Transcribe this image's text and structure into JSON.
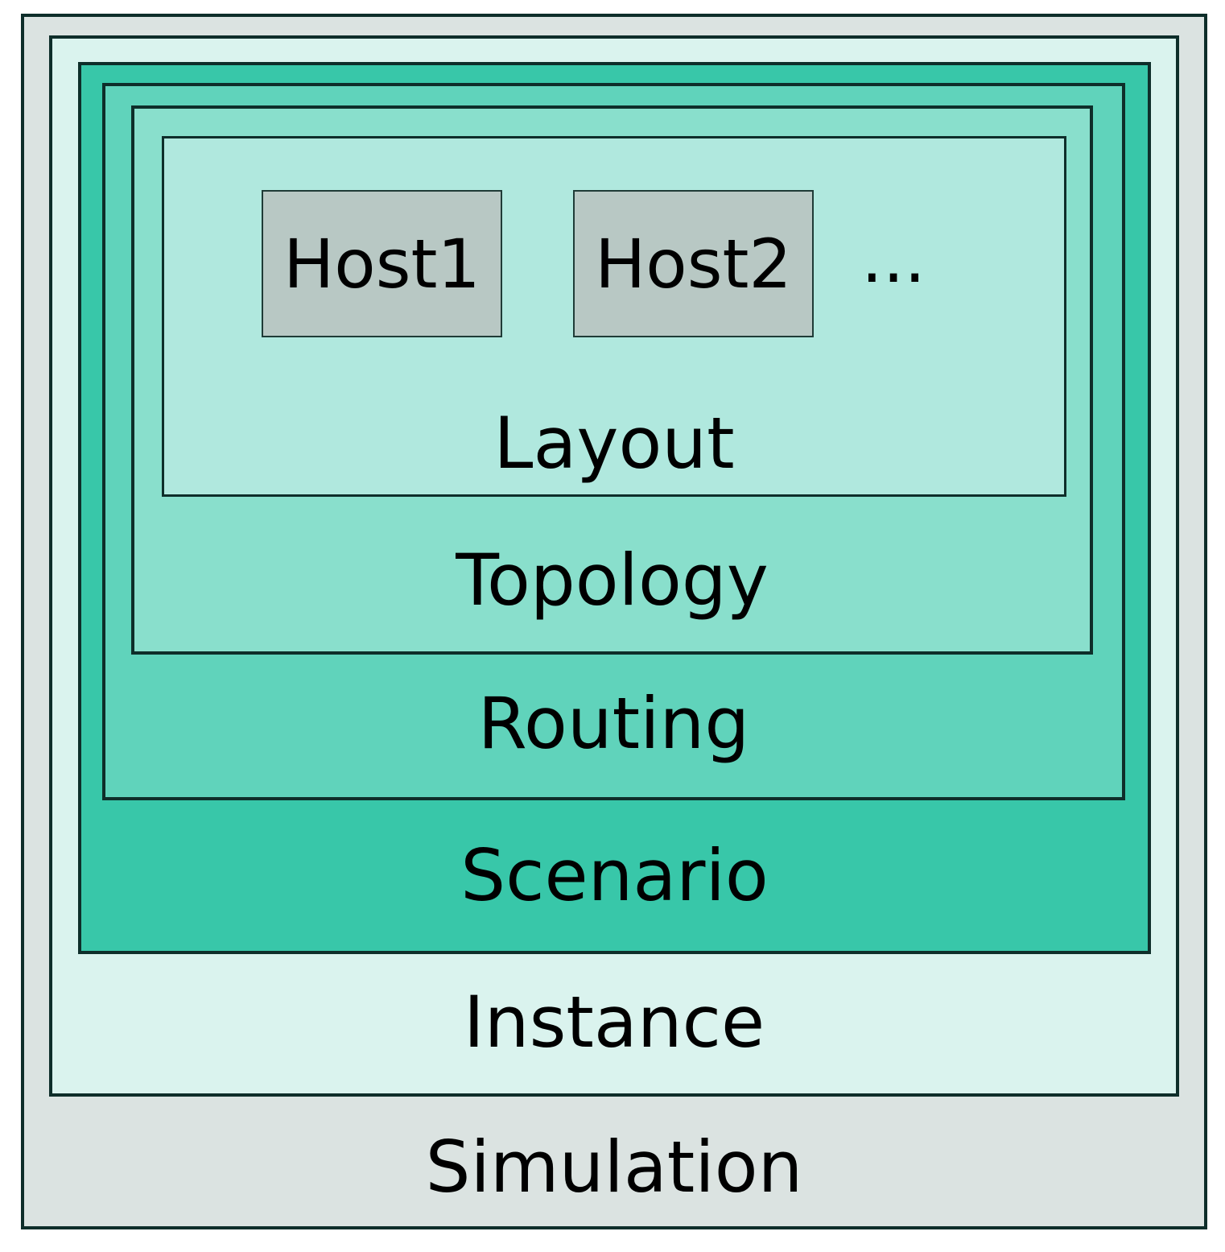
{
  "layers": {
    "simulation": {
      "label": "Simulation",
      "color": "#dbe3e1"
    },
    "instance": {
      "label": "Instance",
      "color": "#daf3ee"
    },
    "scenario": {
      "label": "Scenario",
      "color": "#38c7a9"
    },
    "routing": {
      "label": "Routing",
      "color": "#60d3bb"
    },
    "topology": {
      "label": "Topology",
      "color": "#89dfcc"
    },
    "layout": {
      "label": "Layout",
      "color": "#b0e8de"
    }
  },
  "hosts": [
    {
      "label": "Host1"
    },
    {
      "label": "Host2"
    }
  ],
  "more_hosts": "..."
}
